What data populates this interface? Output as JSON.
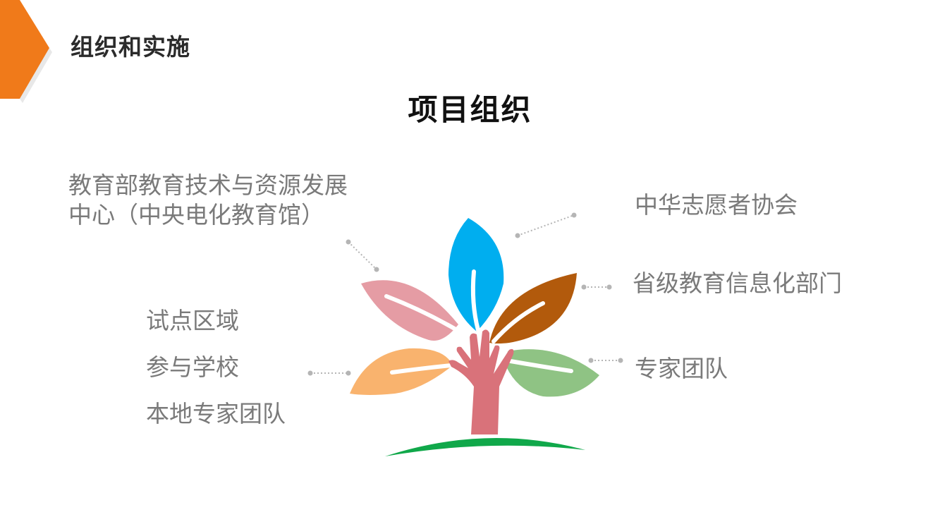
{
  "header": {
    "section_title": "组织和实施",
    "accent_color": "#F07A1A"
  },
  "main": {
    "title": "项目组织"
  },
  "labels": {
    "top_left_line1": "教育部教育技术与资源发展",
    "top_left_line2": "中心（中央电化教育馆）",
    "left_1": "试点区域",
    "left_2": "参与学校",
    "left_3": "本地专家团队",
    "right_1": "中华志愿者协会",
    "right_2": "省级教育信息化部门",
    "right_3": "专家团队"
  },
  "diagram": {
    "leaf_colors": {
      "pink": "#E59CA4",
      "blue": "#00AEEF",
      "brown": "#B25A0C",
      "orange": "#F9B36E",
      "green": "#8FC384"
    },
    "trunk_color": "#D9727A",
    "ground_color": "#10A84A",
    "connector_color": "#B5B5B5"
  }
}
